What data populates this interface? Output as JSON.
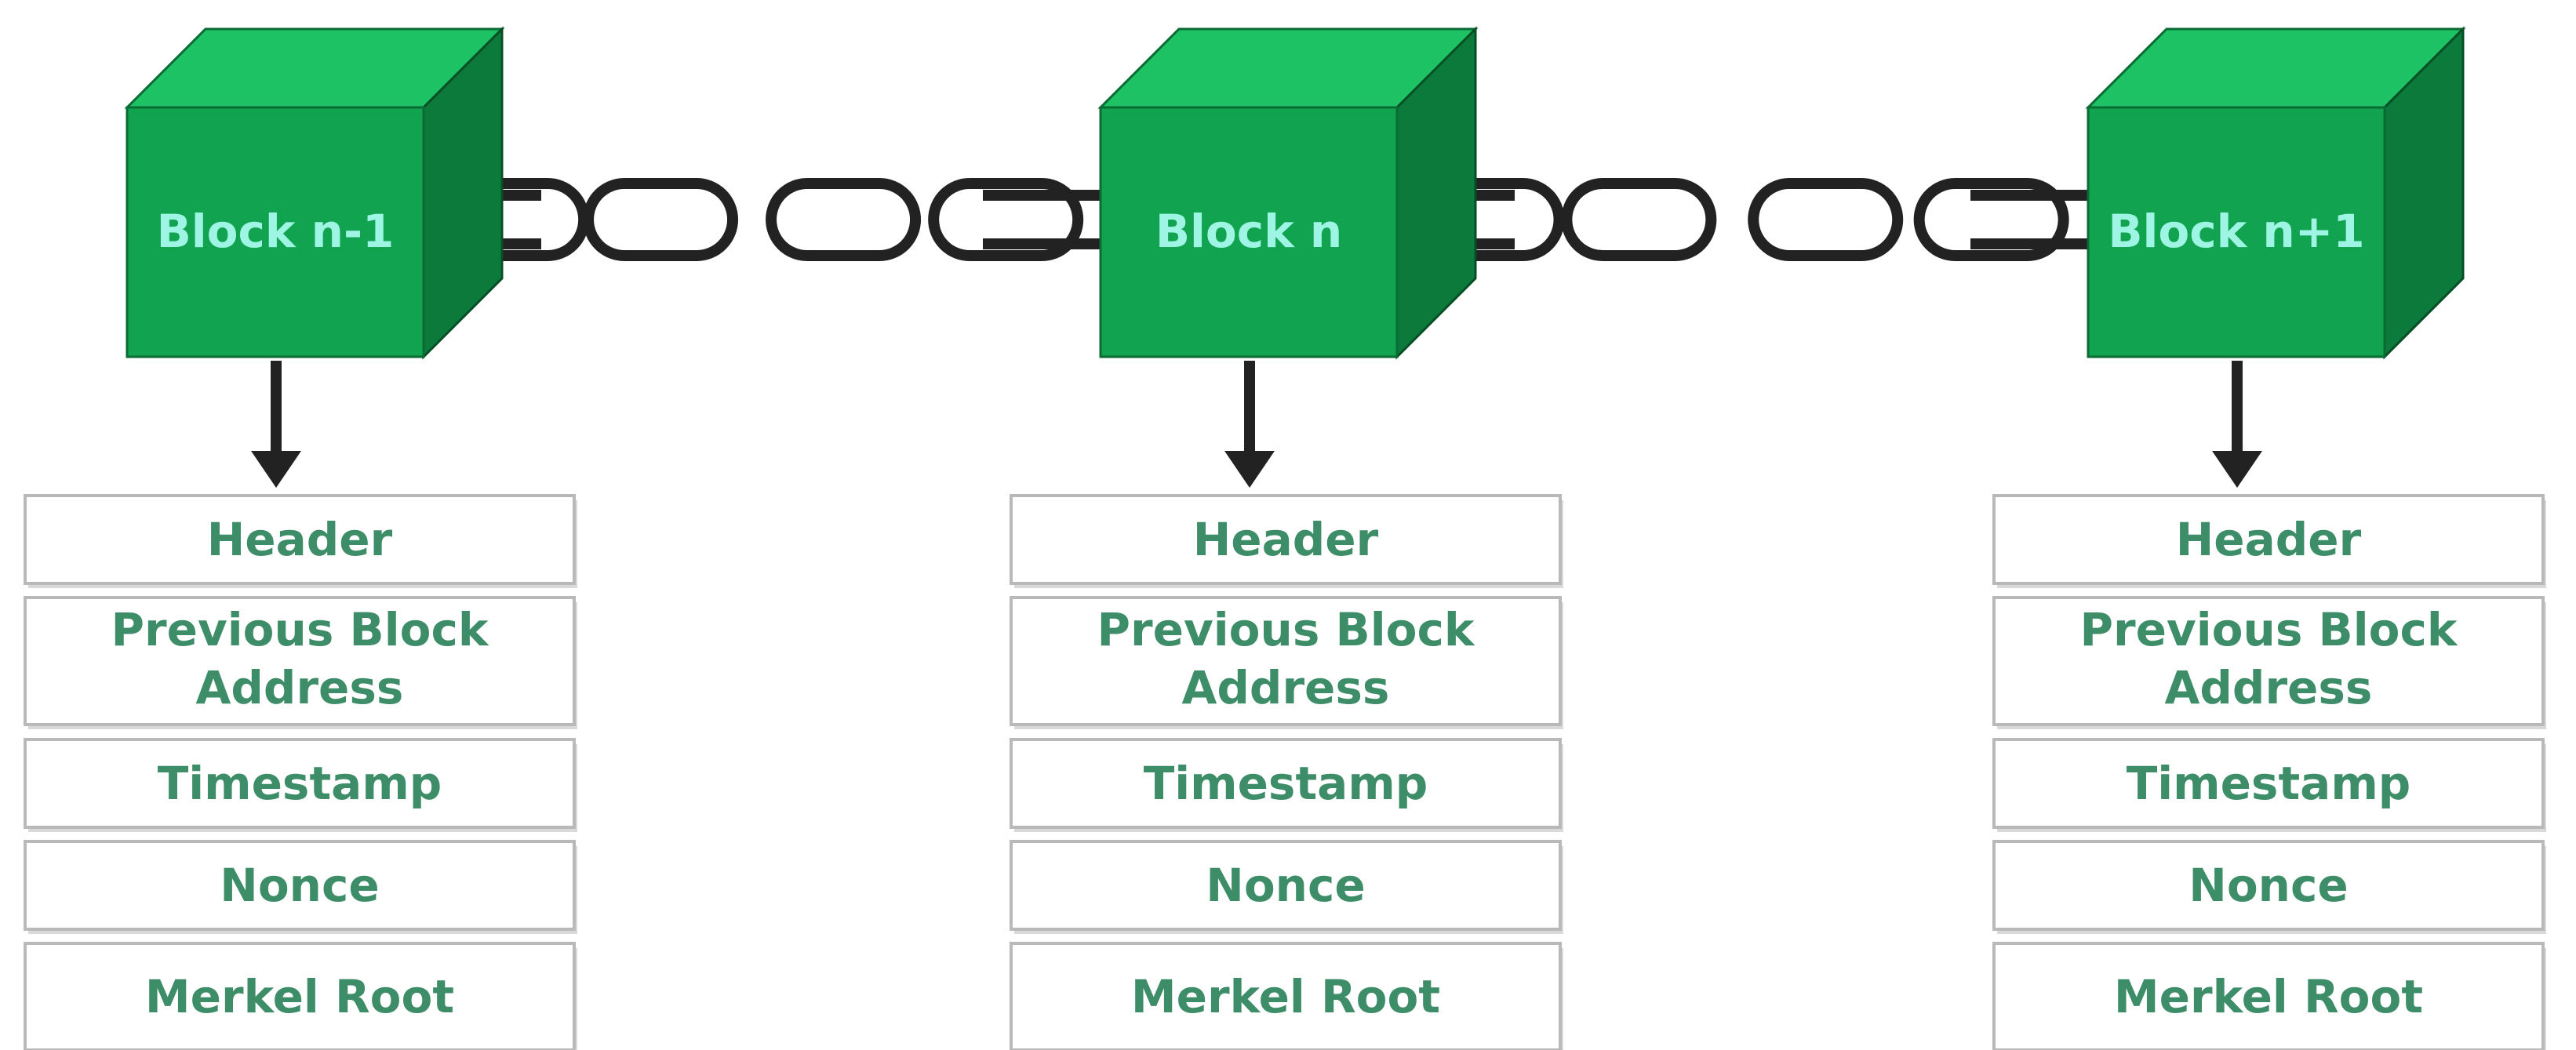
{
  "colors": {
    "block_front": "#12a350",
    "block_top": "#1cc263",
    "block_side": "#0b7a3a",
    "block_label": "#9ff5e4",
    "field_text": "#3e8d69",
    "chain": "#222222",
    "arrow": "#222222",
    "field_border": "#b9b9b9"
  },
  "icons": {
    "chain": "chain-link-icon",
    "arrow": "arrow-down-icon",
    "block": "cube-icon"
  },
  "blocks": [
    {
      "label": "Block n-1",
      "fields": [
        {
          "line1": "Header",
          "line2": ""
        },
        {
          "line1": "Previous Block",
          "line2": "Address"
        },
        {
          "line1": "Timestamp",
          "line2": ""
        },
        {
          "line1": "Nonce",
          "line2": ""
        },
        {
          "line1": "Merkel Root",
          "line2": ""
        }
      ]
    },
    {
      "label": "Block n",
      "fields": [
        {
          "line1": "Header",
          "line2": ""
        },
        {
          "line1": "Previous Block",
          "line2": "Address"
        },
        {
          "line1": "Timestamp",
          "line2": ""
        },
        {
          "line1": "Nonce",
          "line2": ""
        },
        {
          "line1": "Merkel Root",
          "line2": ""
        }
      ]
    },
    {
      "label": "Block n+1",
      "fields": [
        {
          "line1": "Header",
          "line2": ""
        },
        {
          "line1": "Previous Block",
          "line2": "Address"
        },
        {
          "line1": "Timestamp",
          "line2": ""
        },
        {
          "line1": "Nonce",
          "line2": ""
        },
        {
          "line1": "Merkel Root",
          "line2": ""
        }
      ]
    }
  ]
}
